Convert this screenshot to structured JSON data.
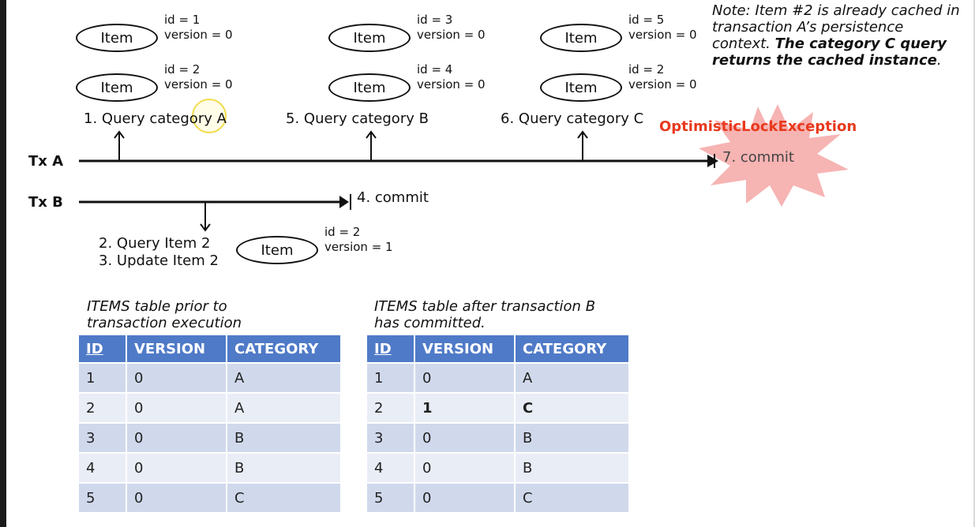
{
  "note": {
    "line1": "Note: Item #2 is already cached in",
    "line2": "transaction A’s persistence",
    "line3_prefix": "context. ",
    "line3_bold": "The category C query",
    "line4_bold": "returns the cached instance",
    "line4_suffix": "."
  },
  "entities": {
    "a1": {
      "label": "Item",
      "id": "id = 1",
      "version": "version = 0"
    },
    "a2": {
      "label": "Item",
      "id": "id = 2",
      "version": "version = 0"
    },
    "b1": {
      "label": "Item",
      "id": "id = 3",
      "version": "version = 0"
    },
    "b2": {
      "label": "Item",
      "id": "id = 4",
      "version": "version = 0"
    },
    "c1": {
      "label": "Item",
      "id": "id = 5",
      "version": "version = 0"
    },
    "c2": {
      "label": "Item",
      "id": "id = 2",
      "version": "version = 0"
    },
    "txb": {
      "label": "Item",
      "id": "id = 2",
      "version": "version = 1"
    }
  },
  "steps": {
    "s1": "1. Query category A",
    "s2": "2. Query Item 2",
    "s3": "3. Update Item 2",
    "s4": "4. commit",
    "s5": "5. Query category B",
    "s6": "6. Query category C",
    "s7": "7. commit"
  },
  "transactions": {
    "a": "Tx A",
    "b": "Tx B"
  },
  "exception": "OptimisticLockException",
  "colors": {
    "exception": "#e8391d",
    "burst": "#f4a7a6",
    "table_header": "#4f7ac7"
  },
  "tables": {
    "before": {
      "caption_line1": "ITEMS table prior to",
      "caption_line2": "transaction execution",
      "headers": [
        "ID",
        "VERSION",
        "CATEGORY"
      ],
      "rows": [
        [
          "1",
          "0",
          "A"
        ],
        [
          "2",
          "0",
          "A"
        ],
        [
          "3",
          "0",
          "B"
        ],
        [
          "4",
          "0",
          "B"
        ],
        [
          "5",
          "0",
          "C"
        ]
      ]
    },
    "after": {
      "caption_line1": "ITEMS table after transaction B",
      "caption_line2": "has committed.",
      "headers": [
        "ID",
        "VERSION",
        "CATEGORY"
      ],
      "rows": [
        [
          "1",
          "0",
          "A"
        ],
        [
          "2",
          "1",
          "C"
        ],
        [
          "3",
          "0",
          "B"
        ],
        [
          "4",
          "0",
          "B"
        ],
        [
          "5",
          "0",
          "C"
        ]
      ]
    }
  }
}
